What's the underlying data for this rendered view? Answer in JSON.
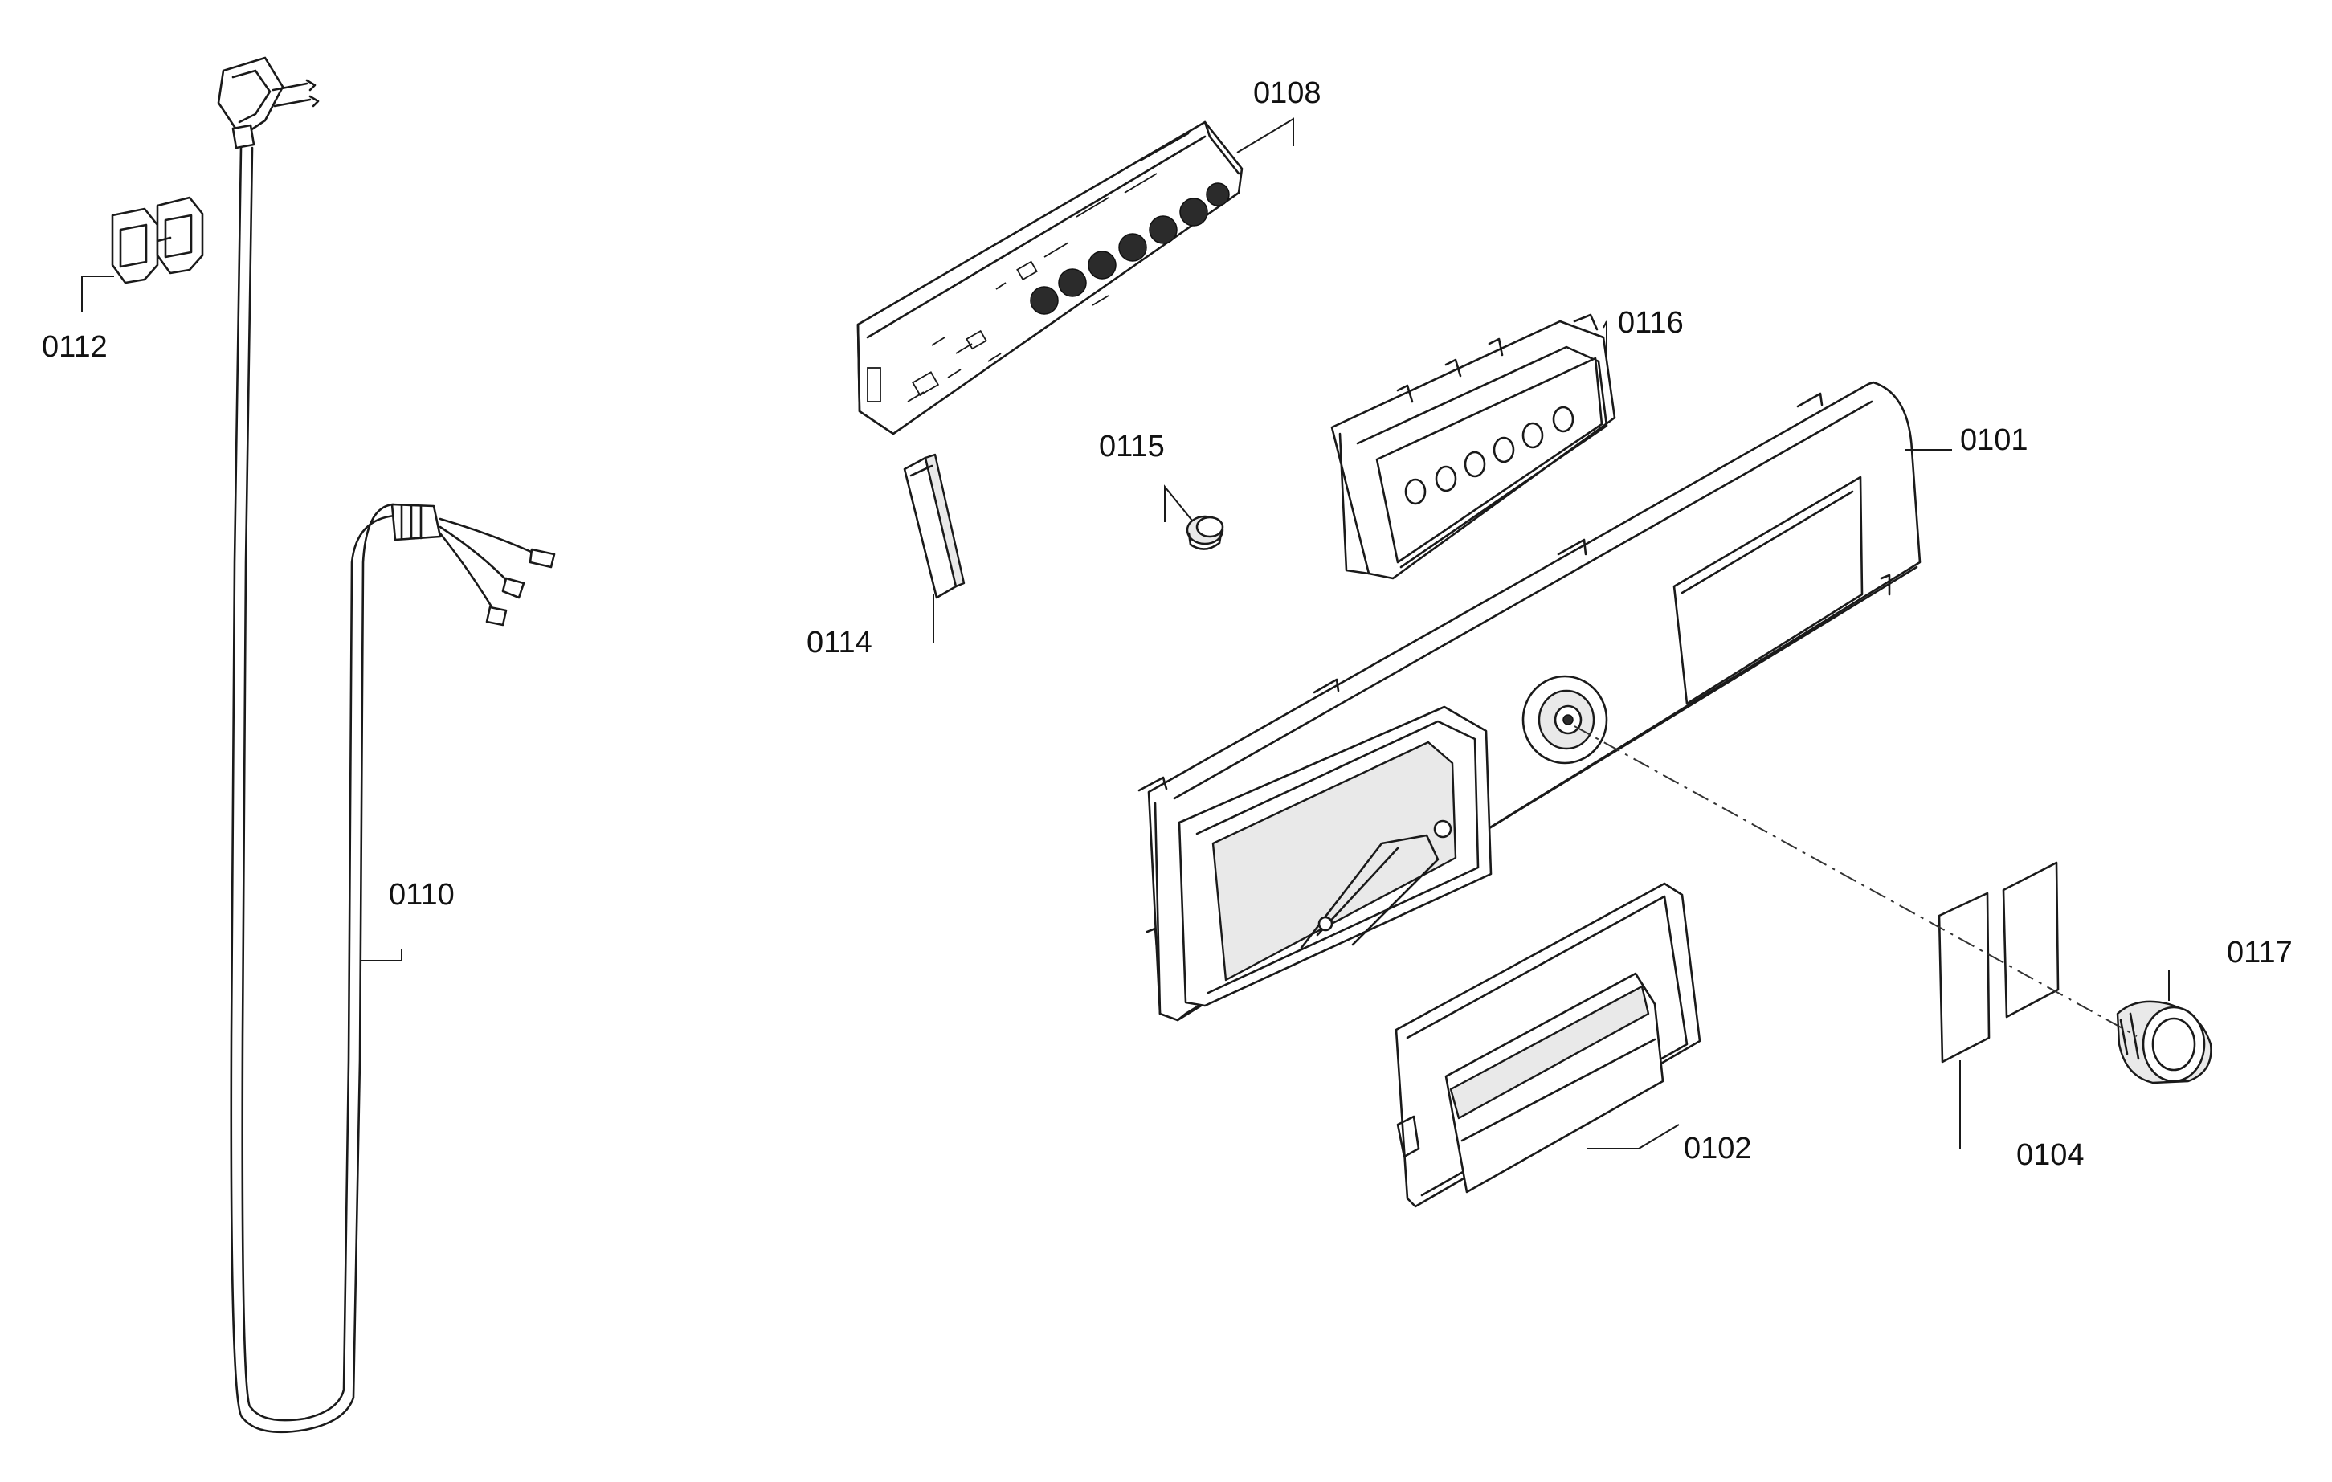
{
  "parts": [
    {
      "id": "power-plug-cable",
      "label": "0110"
    },
    {
      "id": "cable-clip",
      "label": "0112"
    },
    {
      "id": "control-pcb",
      "label": "0108"
    },
    {
      "id": "light-guide",
      "label": "0114"
    },
    {
      "id": "small-knob",
      "label": "0115"
    },
    {
      "id": "button-carrier",
      "label": "0116"
    },
    {
      "id": "fascia-panel",
      "label": "0101"
    },
    {
      "id": "detergent-drawer-handle",
      "label": "0102"
    },
    {
      "id": "display-window",
      "label": "0104"
    },
    {
      "id": "selector-knob",
      "label": "0117"
    }
  ]
}
